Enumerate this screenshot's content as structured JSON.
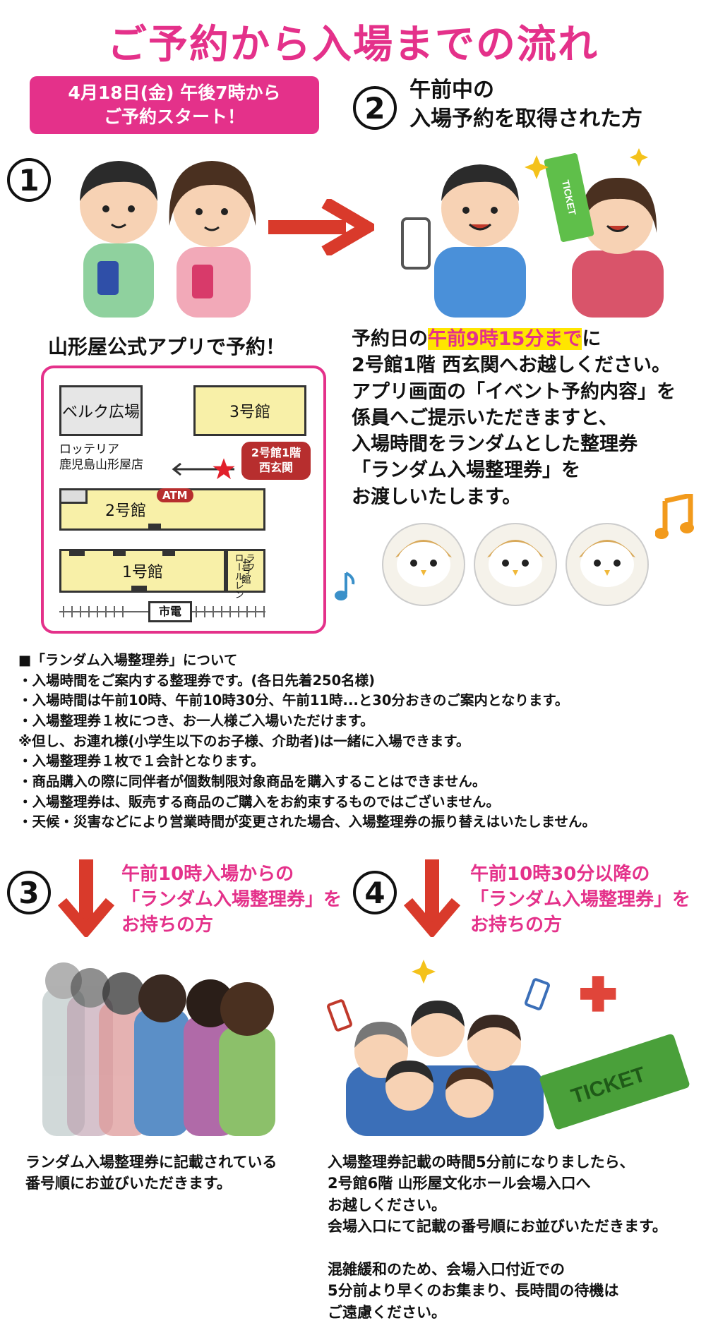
{
  "title": "ご予約から入場までの流れ",
  "start_badge": {
    "line1": "4月18日(金) 午後7時から",
    "line2": "ご予約スタート！"
  },
  "step_numbers": {
    "s1": "1",
    "s2": "2",
    "s3": "3",
    "s4": "4"
  },
  "step1": {
    "caption": "山形屋公式アプリで予約！"
  },
  "step2": {
    "heading_line1": "午前中の",
    "heading_line2": "入場予約を取得された方",
    "text_prefix": "予約日の",
    "text_highlight": "午前9時15分まで",
    "text_suffix": "に",
    "lines": [
      "2号館1階 西玄関へお越しください。",
      "アプリ画面の「イベント予約内容」を",
      "係員へご提示いただきますと、",
      "入場時間をランダムとした整理券",
      "「ランダム入場整理券」を",
      "お渡しいたします。"
    ]
  },
  "map": {
    "belc": "ベルク広場",
    "bldg3": "3号館",
    "lotteria_line1": "ロッテリア",
    "lotteria_line2": "鹿児島山形屋店",
    "entrance_line1": "2号館1階",
    "entrance_line2": "西玄関",
    "atm": "ATM",
    "bldg2": "2号館",
    "bldg1": "1号館",
    "bldg4_col1": "ロールレン",
    "bldg4_col2": "ラフ",
    "bldg4_col3": "4号館",
    "tram": "市電",
    "accent_color": "#e4318a",
    "building_color": "#f8f0a8"
  },
  "notes": {
    "heading": "■「ランダム入場整理券」について",
    "items": [
      "・入場時間をご案内する整理券です。(各日先着250名様)",
      "・入場時間は午前10時、午前10時30分、午前11時...と30分おきのご案内となります。",
      "・入場整理券１枚につき、お一人様ご入場いただけます。",
      "※但し、お連れ様(小学生以下のお子様、介助者)は一緒に入場できます。",
      "・入場整理券１枚で１会計となります。",
      "・商品購入の際に同伴者が個数制限対象商品を購入することはできません。",
      "・入場整理券は、販売する商品のご購入をお約束するものではございません。",
      "・天候・災害などにより営業時間が変更された場合、入場整理券の振り替えはいたしません。"
    ]
  },
  "step3": {
    "head_lines": [
      "午前10時入場からの",
      "「ランダム入場整理券」を",
      "お持ちの方"
    ],
    "text_lines": [
      "ランダム入場整理券に記載されている",
      "番号順にお並びいただきます。"
    ]
  },
  "step4": {
    "head_lines": [
      "午前10時30分以降の",
      "「ランダム入場整理券」を",
      "お持ちの方"
    ],
    "text_lines": [
      "入場整理券記載の時間5分前になりましたら、",
      "2号館6階 山形屋文化ホール会場入口へ",
      "お越しください。",
      "会場入口にて記載の番号順にお並びいただきます。",
      "",
      "混雑緩和のため、会場入口付近での",
      "5分前より早くのお集まり、長時間の待機は",
      "ご遠慮ください。"
    ]
  },
  "ticket_text": "TICKET",
  "colors": {
    "accent": "#e4318a",
    "arrow": "#d93a2b",
    "highlight": "#ffe600"
  }
}
